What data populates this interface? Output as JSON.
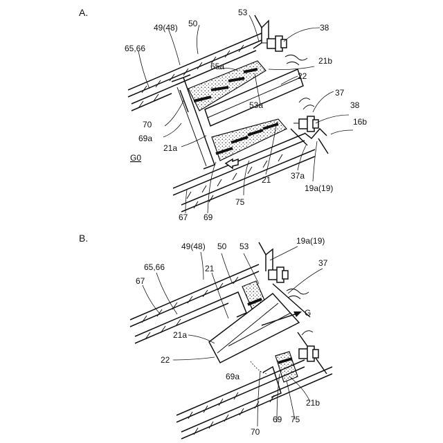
{
  "panels": {
    "a": {
      "title": "A.",
      "labels": {
        "l53": "53",
        "l38_top": "38",
        "l49_48": "49(48)",
        "l50": "50",
        "l65_66": "65,66",
        "l21b": "21b",
        "l65a": "65a",
        "l22": "22",
        "l37": "37",
        "l53a": "53a",
        "l38_mid": "38",
        "l16b": "16b",
        "l70": "70",
        "l69a": "69a",
        "l21a": "21a",
        "l_g0": "G0",
        "l37a": "37a",
        "l21": "21",
        "l19a_19": "19a(19)",
        "l75": "75",
        "l67": "67",
        "l69": "69"
      }
    },
    "b": {
      "title": "B.",
      "labels": {
        "l49_48": "49(48)",
        "l50": "50",
        "l53": "53",
        "l19a_19": "19a(19)",
        "l65_66": "65,66",
        "l37": "37",
        "l21": "21",
        "l67": "67",
        "l_g": "G",
        "l21a": "21a",
        "l22": "22",
        "l69a": "69a",
        "l70": "70",
        "l69": "69",
        "l75": "75",
        "l21b": "21b"
      }
    }
  }
}
